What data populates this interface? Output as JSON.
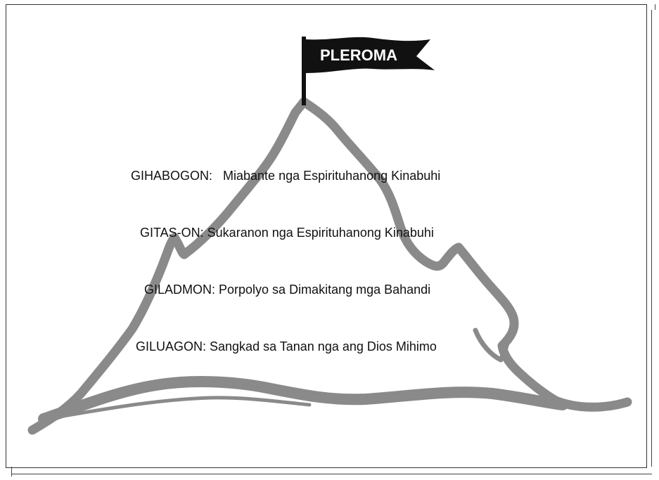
{
  "diagram": {
    "flag_label": "PLEROMA",
    "levels": [
      {
        "label": "GIHABOGON:   Miabante nga Espirituhanong Kinabuhi"
      },
      {
        "label": "GITAS-ON: Sukaranon nga Espirituhanong Kinabuhi"
      },
      {
        "label": "GILADMON: Porpolyo sa Dimakitang mga Bahandi"
      },
      {
        "label": "GILUAGON: Sangkad sa Tanan nga ang Dios Mihimo"
      }
    ],
    "colors": {
      "mountain_stroke": "#8a8a8a",
      "flag_fill": "#111111",
      "flag_text": "#ffffff",
      "text": "#111111"
    }
  }
}
